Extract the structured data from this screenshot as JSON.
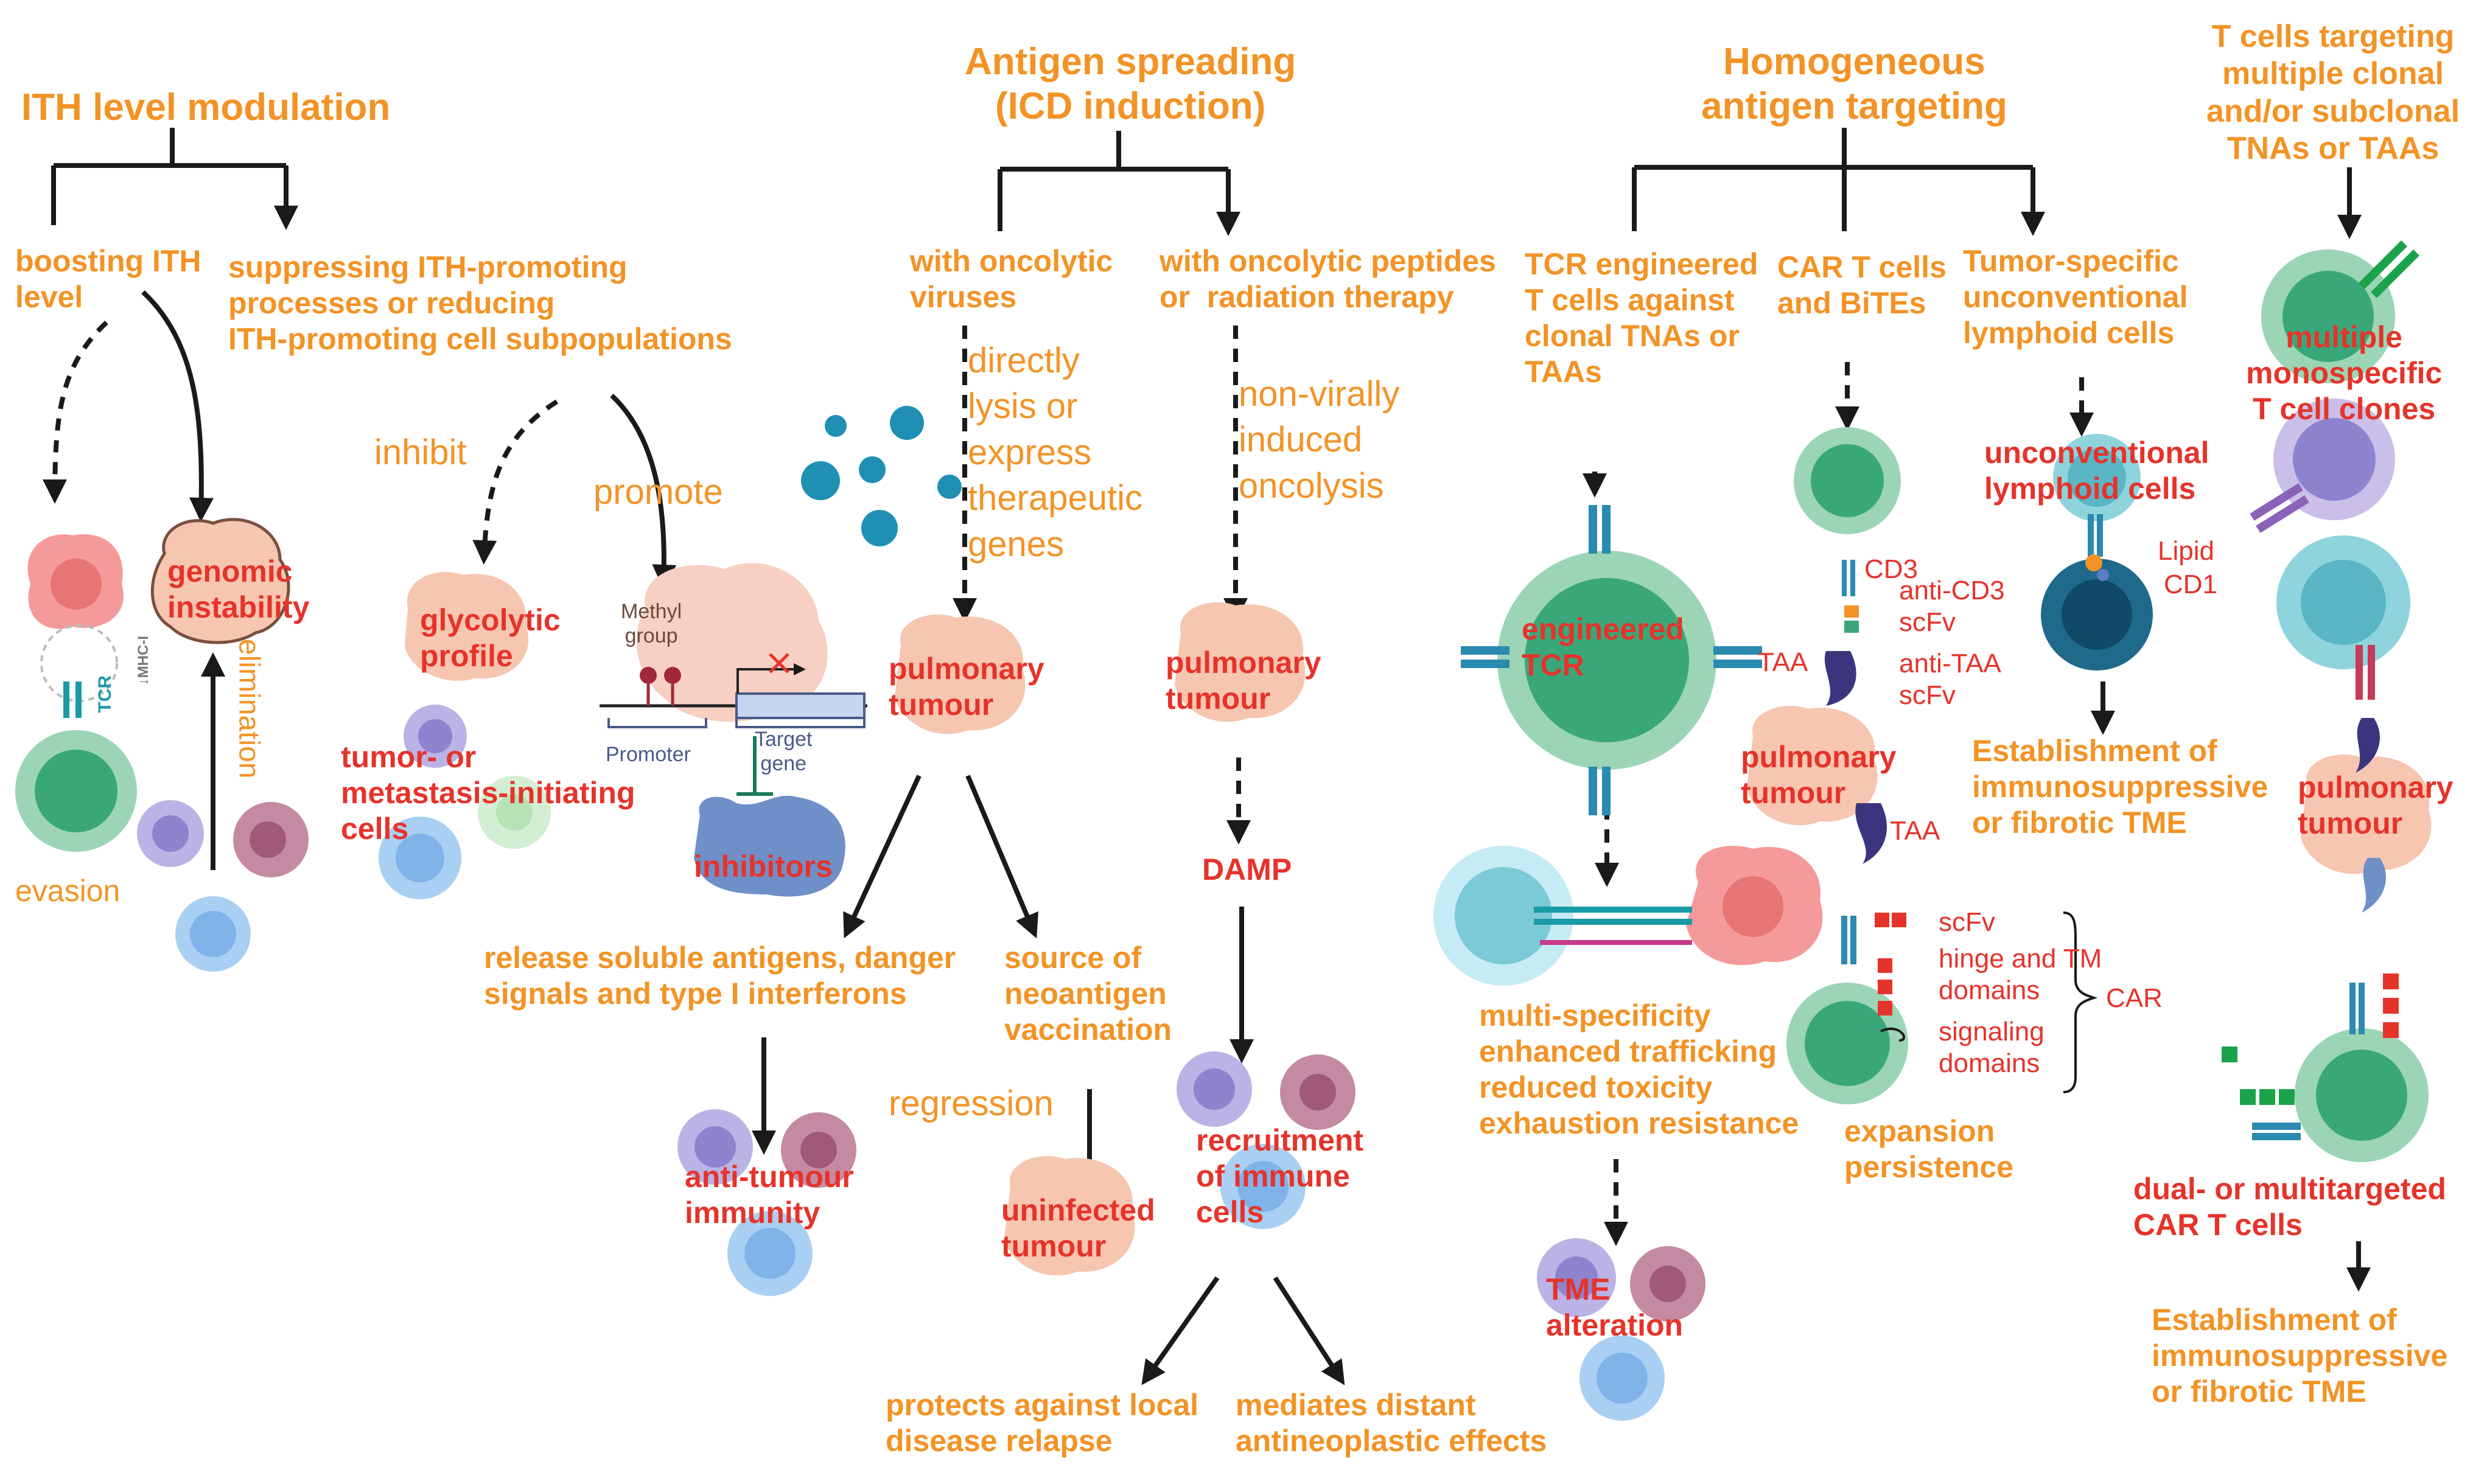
{
  "colors": {
    "orange": "#f39325",
    "red": "#e6332a",
    "arrow": "#1a1a1a",
    "tumour": "#f6c6b0",
    "tcell": "#3aa77a",
    "virus": "#1f8fb3"
  },
  "columns": {
    "ith": {
      "title": "ITH level modulation",
      "left_branch": "boosting ITH\nlevel",
      "right_branch": "suppressing ITH-promoting\nprocesses or reducing\nITH-promoting cell subpopulations",
      "genomic": "genomic\ninstability",
      "elimination": "elimination",
      "evasion": "evasion",
      "tcr": "TCR",
      "mhc": "↓MHC-I",
      "inhibit": "inhibit",
      "promote": "promote",
      "glycolytic": "glycolytic\nprofile",
      "tic": "tumor- or\nmetastasis-initiating\ncells",
      "methyl": "Methyl\ngroup",
      "promoter": "Promoter",
      "target_gene": "Target\ngene",
      "inhibitors": "inhibitors"
    },
    "antigen": {
      "title": "Antigen spreading\n(ICD induction)",
      "viruses": "with oncolytic\nviruses",
      "peptides": "with oncolytic peptides\nor  radiation therapy",
      "lysis": "directly\nlysis or\nexpress\ntherapeutic\ngenes",
      "nonviral": "non-virally\ninduced\noncolysis",
      "tumour_left": "pulmonary\ntumour",
      "tumour_right": "pulmonary\ntumour",
      "release": "release soluble antigens, danger\nsignals and type I interferons",
      "source": "source of\nneoantigen\nvaccination",
      "regression": "regression",
      "antitumour": "anti-tumour\nimmunity",
      "uninfected": "uninfected\ntumour",
      "damp": "DAMP",
      "recruitment": "recruitment\nof immune\ncells",
      "protects": "protects against local\ndisease relapse",
      "mediates": "mediates distant\nantineoplastic effects"
    },
    "homogeneous": {
      "title": "Homogeneous\nantigen targeting",
      "tcr_eng": "TCR engineered\nT cells against\nclonal TNAs or\nTAAs",
      "car": "CAR T cells\nand BiTEs",
      "unconv": "Tumor-specific\nunconventional\nlymphoid cells",
      "engineered_tcr": "engineered\nTCR",
      "taa1": "TAA",
      "taa2": "TAA",
      "cd3": "CD3",
      "anti_cd3": "anti-CD3\nscFv",
      "anti_taa": "anti-TAA\nscFv",
      "tumour": "pulmonary\ntumour",
      "unconv_cells": "unconventional\nlymphoid cells",
      "lipid": "Lipid",
      "cd1": "CD1",
      "establish": "Establishment of\nimmunosuppressive\nor fibrotic TME",
      "multi": "multi-specificity\nenhanced trafficking\nreduced toxicity\nexhaustion resistance",
      "scfv": "scFv",
      "hinge": "hinge and TM\ndomains",
      "signaling": "signaling\ndomains",
      "car_label": "CAR",
      "expansion": "expansion\npersistence",
      "tme": "TME\nalteration"
    },
    "multiclone": {
      "title": "T cells targeting\nmultiple clonal\nand/or subclonal\nTNAs or TAAs",
      "monospecific": "multiple\nmonospecific\nT cell clones",
      "tumour": "pulmonary\ntumour",
      "dual": "dual- or multitargeted\nCAR T cells",
      "establish": "Establishment of\nimmunosuppressive\nor fibrotic TME"
    }
  }
}
